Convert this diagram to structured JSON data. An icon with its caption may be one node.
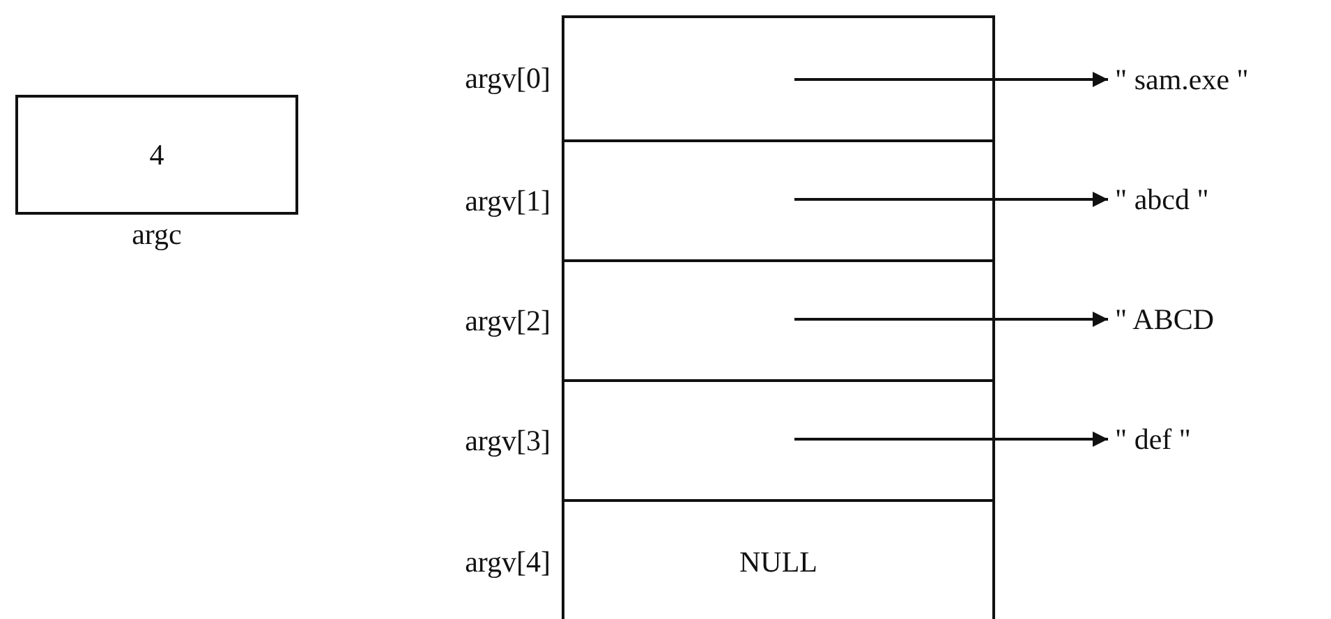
{
  "diagram": {
    "nodes": [
      {
        "text": [
          "4"
        ],
        "beside": [
          "argc"
        ]
      },
      {
        "text": [],
        "shape": "box",
        "beside": [
          "argv[0]"
        ]
      },
      {
        "text": [],
        "shape": "box",
        "beside": [
          "argv[1]"
        ]
      },
      {
        "text": [],
        "shape": "box",
        "beside": [
          "argv[2]"
        ]
      },
      {
        "text": [],
        "shape": "box",
        "beside": [
          "argv[3]"
        ]
      },
      {
        "text": [
          "NULL"
        ],
        "beside": [
          "argv[4]"
        ]
      },
      {
        "text": [
          "\" sam.exe \""
        ]
      },
      {
        "text": [
          "\" abcd \""
        ]
      },
      {
        "text": [
          "\" ABCD"
        ]
      },
      {
        "text": [
          "\" def \""
        ]
      }
    ],
    "edges": [
      {
        "from": 1,
        "to": 6,
        "arrow": "to"
      },
      {
        "from": 2,
        "to": 7,
        "arrow": "to"
      },
      {
        "from": 3,
        "to": 8,
        "arrow": "to"
      },
      {
        "from": 4,
        "to": 9,
        "arrow": "to"
      }
    ]
  }
}
